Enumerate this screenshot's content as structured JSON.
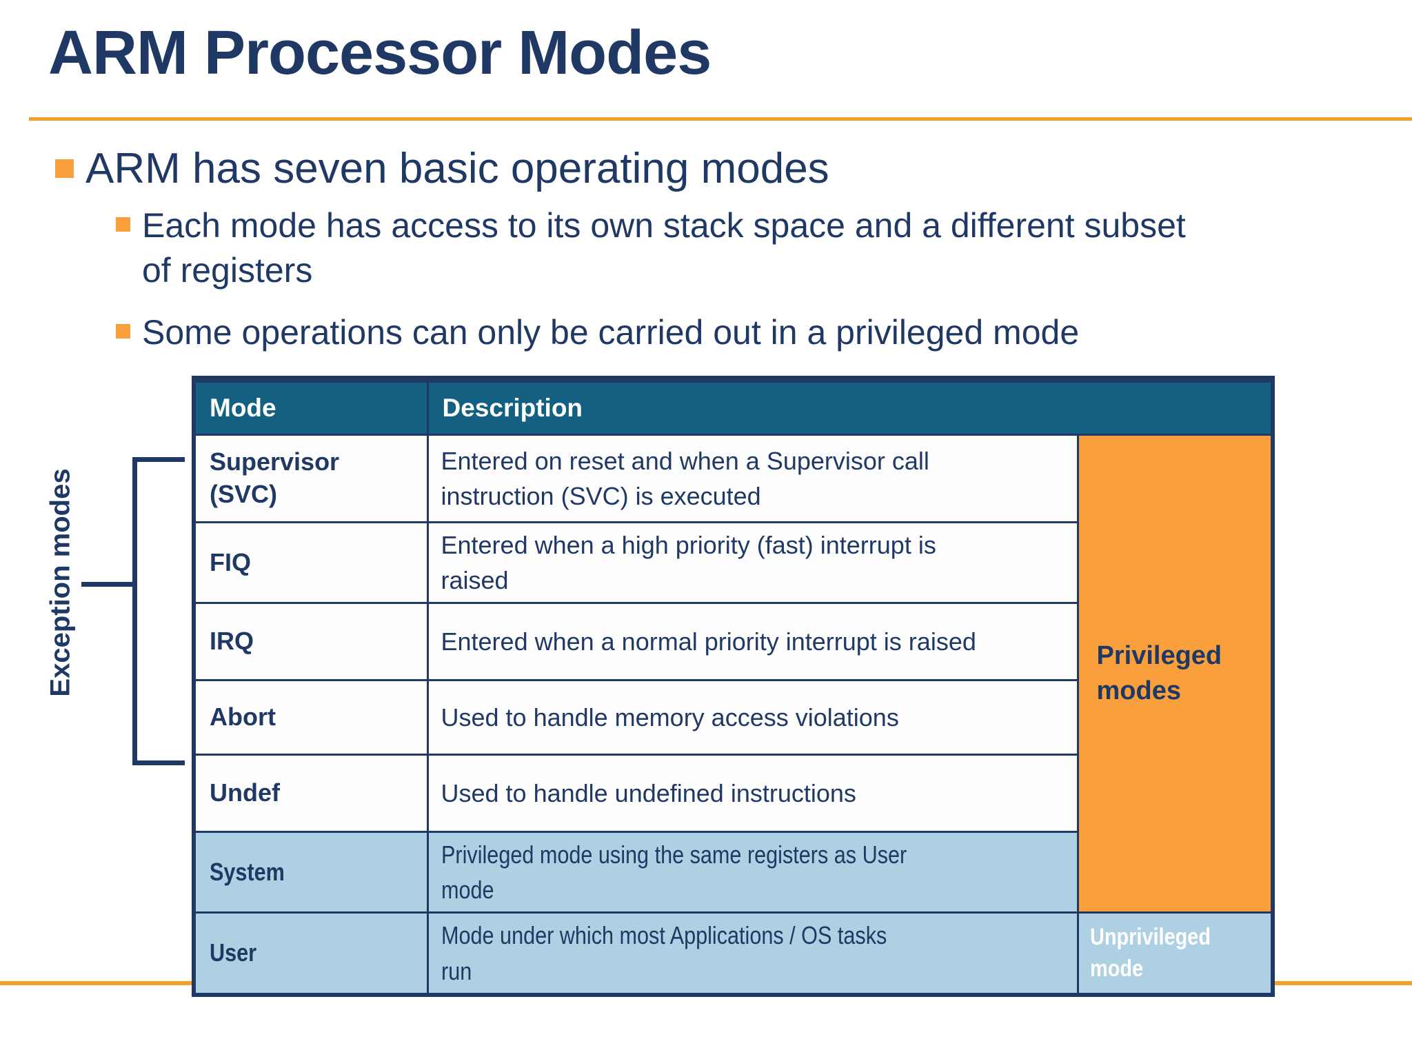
{
  "slide": {
    "title": "ARM Processor Modes",
    "bullet": "ARM has seven basic operating modes",
    "sub_bullets": [
      "Each mode has access to its own stack space and a different subset\nof registers",
      "Some operations can only be carried out in a privileged mode"
    ]
  },
  "table": {
    "col_headers": [
      "Mode",
      "Description"
    ],
    "rows": [
      {
        "mode": "Supervisor\n(SVC)",
        "description": "Entered on reset and when a Supervisor call\ninstruction (SVC) is executed"
      },
      {
        "mode": "FIQ",
        "description": "Entered when a high priority (fast) interrupt is\nraised"
      },
      {
        "mode": "IRQ",
        "description": "Entered when a normal priority interrupt is raised"
      },
      {
        "mode": "Abort",
        "description": "Used to handle memory access violations"
      },
      {
        "mode": "Undef",
        "description": "Used to handle undefined instructions"
      },
      {
        "mode": "System",
        "description": "Privileged mode using the same registers as User\nmode"
      },
      {
        "mode": "User",
        "description": "Mode under which most Applications / OS tasks\nrun"
      }
    ],
    "privileged_label": "Privileged modes",
    "unprivileged_label": "Unprivileged mode",
    "exception_label": "Exception modes"
  },
  "colors": {
    "navy": "#1F3864",
    "header_teal": "#136083",
    "unprivileged_teal": "#0B6A94",
    "light_blue_row": "#ADD0E3",
    "orange_box": "#F9A03C",
    "orange_rule": "#F5A028"
  }
}
